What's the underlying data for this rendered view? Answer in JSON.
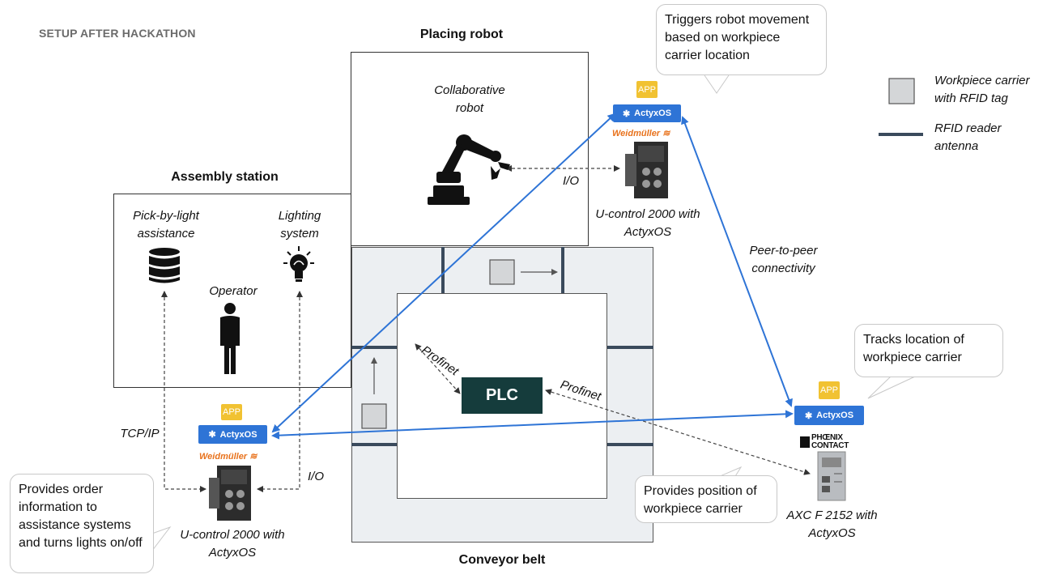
{
  "title": "SETUP AFTER HACKATHON",
  "placing_robot": {
    "title": "Placing robot",
    "label": "Collaborative robot"
  },
  "assembly_station": {
    "title": "Assembly station",
    "pick_by_light": "Pick-by-light assistance",
    "lighting": "Lighting system",
    "operator": "Operator"
  },
  "conveyor_belt": "Conveyor belt",
  "plc": "PLC",
  "links": {
    "io_robot": "I/O",
    "io_station": "I/O",
    "tcpip": "TCP/IP",
    "p2p": "Peer-to-peer connectivity",
    "profinet_left": "Profinet",
    "profinet_right": "Profinet"
  },
  "devices": {
    "ucontrol_top": "U-control 2000 with ActyxOS",
    "ucontrol_bottom": "U-control 2000 with ActyxOS",
    "axc": "AXC F 2152 with ActyxOS",
    "actyx": "ActyxOS",
    "app": "APP",
    "weidmuller": "Weidmüller",
    "phoenix_line1": "PHŒNIX",
    "phoenix_line2": "CONTACT"
  },
  "callouts": {
    "triggers": "Triggers robot movement based on workpiece carrier location",
    "tracks": "Tracks location of workpiece carrier",
    "provides_position": "Provides position of workpiece carrier",
    "provides_order": "Provides order information to assistance systems and turns lights on/off"
  },
  "legend": {
    "carrier": "Workpiece carrier with RFID tag",
    "antenna": "RFID reader antenna"
  },
  "colors": {
    "blue": "#2e74d6",
    "plc": "#153c3c",
    "app": "#f1c232",
    "antenna": "#3a4a5c",
    "conveyor": "#eceff2"
  }
}
